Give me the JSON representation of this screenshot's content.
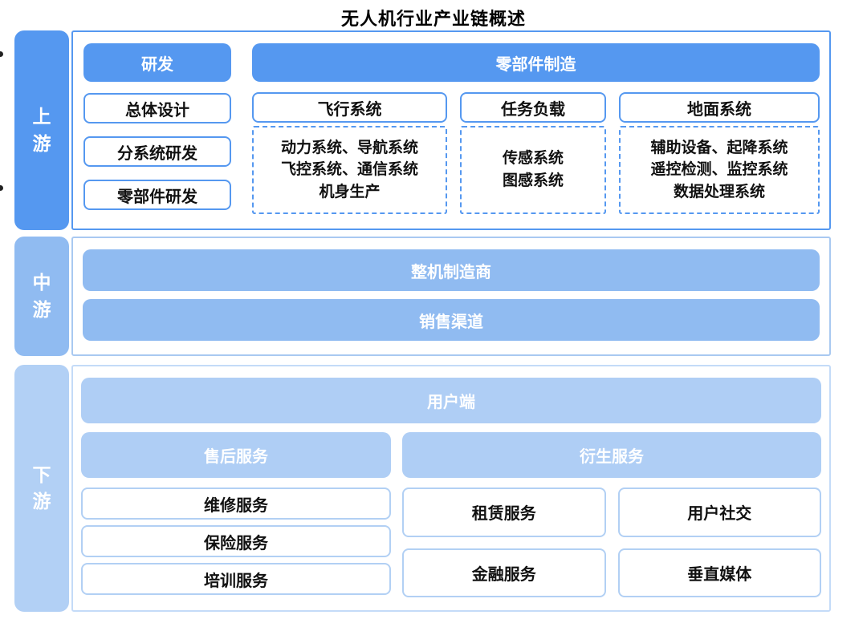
{
  "title": "无人机行业产业链概述",
  "colors": {
    "primary_blue": "#5598F0",
    "medium_blue": "#90BBF1",
    "light_blue": "#AFCEF5",
    "mid_border": "#A9C9F1",
    "down_border": "#C4DBF8",
    "text_dark": "#111111",
    "text_white": "#ffffff"
  },
  "upstream": {
    "label": "上\n游",
    "rd_header": "研发",
    "rd_items": [
      "总体设计",
      "分系统研发",
      "零部件研发"
    ],
    "mfg_header": "零部件制造",
    "cols": [
      {
        "header": "飞行系统",
        "lines": [
          "动力系统、导航系统",
          "飞控系统、通信系统",
          "机身生产"
        ]
      },
      {
        "header": "任务负载",
        "lines": [
          "传感系统",
          "图感系统"
        ]
      },
      {
        "header": "地面系统",
        "lines": [
          "辅助设备、起降系统",
          "遥控检测、监控系统",
          "数据处理系统"
        ]
      }
    ]
  },
  "midstream": {
    "label": "中\n游",
    "bars": [
      "整机制造商",
      "销售渠道"
    ]
  },
  "downstream": {
    "label": "下\n游",
    "user_bar": "用户端",
    "after_sales": {
      "header": "售后服务",
      "items": [
        "维修服务",
        "保险服务",
        "培训服务"
      ]
    },
    "derivative": {
      "header": "衍生服务",
      "items": [
        "租赁服务",
        "用户社交",
        "金融服务",
        "垂直媒体"
      ]
    }
  }
}
